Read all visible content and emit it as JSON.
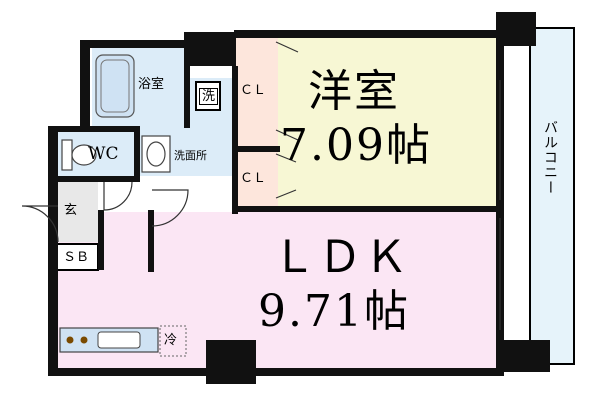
{
  "rooms": {
    "western": {
      "name": "洋室",
      "area": "7.09帖"
    },
    "ldk": {
      "name": "ＬＤＫ",
      "area": "9.71帖"
    },
    "bath": "浴室",
    "washer": "洗",
    "toilet": "WC",
    "washroom": "洗面所",
    "closet_upper": "ＣＬ",
    "closet_lower": "ＣＬ",
    "entrance": "玄",
    "shoe_box": "ＳＢ",
    "fridge": "冷",
    "balcony": "バルコニー"
  },
  "colors": {
    "wall": "#111111",
    "western_floor": "#f7f7d4",
    "ldk_floor": "#fbe6f4",
    "closet_floor": "#fde6dc",
    "wet_area_floor": "#dcecf8",
    "balcony_floor": "#e6f3fa",
    "entrance_floor": "#e8e8e8"
  }
}
